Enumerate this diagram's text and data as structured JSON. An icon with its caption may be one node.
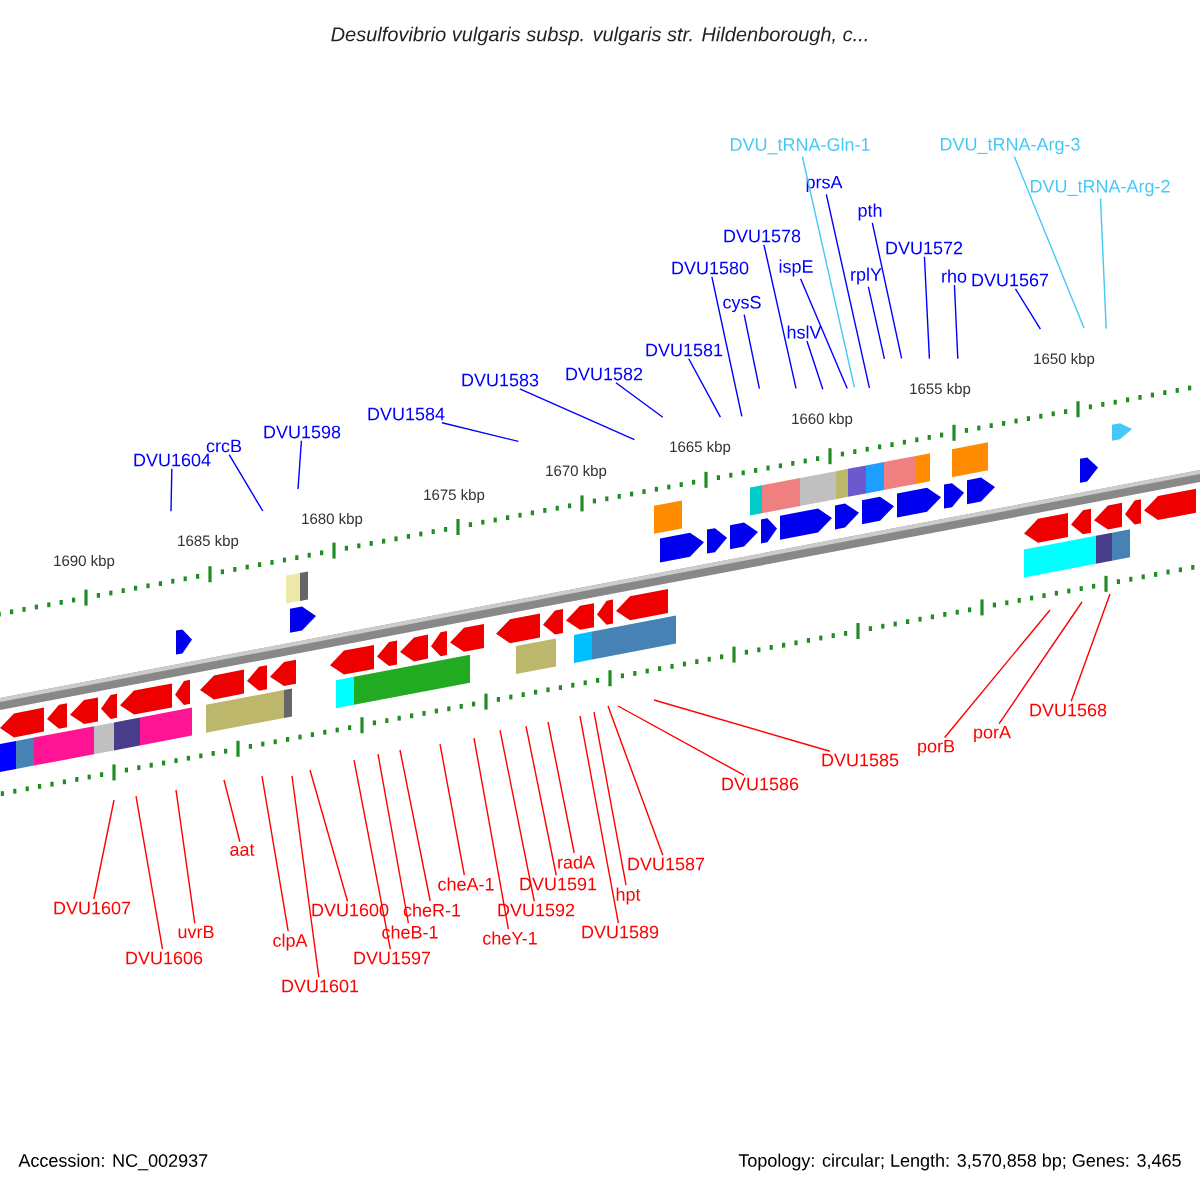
{
  "diagram": {
    "title": "Desulfovibrio vulgaris subsp. vulgaris str. Hildenborough, c...",
    "nodes": [
      {
        "text": [
          "DVU1604"
        ]
      },
      {
        "text": [
          "crcB"
        ]
      },
      {
        "text": [
          "DVU1598"
        ]
      },
      {
        "text": [
          "DVU1584"
        ]
      },
      {
        "text": [
          "DVU1583"
        ]
      },
      {
        "text": [
          "DVU1582"
        ]
      },
      {
        "text": [
          "DVU1581"
        ]
      },
      {
        "text": [
          "DVU1580"
        ]
      },
      {
        "text": [
          "cysS"
        ]
      },
      {
        "text": [
          "DVU1578"
        ]
      },
      {
        "text": [
          "hslV"
        ]
      },
      {
        "text": [
          "ispE"
        ]
      },
      {
        "text": [
          "prsA"
        ]
      },
      {
        "text": [
          "rplY"
        ]
      },
      {
        "text": [
          "pth"
        ]
      },
      {
        "text": [
          "DVU1572"
        ]
      },
      {
        "text": [
          "rho"
        ]
      },
      {
        "text": [
          "DVU1567"
        ]
      },
      {
        "text": [
          "DVU_tRNA-Gln-1"
        ]
      },
      {
        "text": [
          "DVU_tRNA-Arg-3"
        ]
      },
      {
        "text": [
          "DVU_tRNA-Arg-2"
        ]
      },
      {
        "text": [
          "DVU1607"
        ]
      },
      {
        "text": [
          "DVU1606"
        ]
      },
      {
        "text": [
          "uvrB"
        ]
      },
      {
        "text": [
          "aat"
        ]
      },
      {
        "text": [
          "clpA"
        ]
      },
      {
        "text": [
          "DVU1600"
        ]
      },
      {
        "text": [
          "DVU1601"
        ]
      },
      {
        "text": [
          "DVU1597"
        ]
      },
      {
        "text": [
          "cheB-1"
        ]
      },
      {
        "text": [
          "cheR-1"
        ]
      },
      {
        "text": [
          "cheA-1"
        ]
      },
      {
        "text": [
          "cheY-1"
        ]
      },
      {
        "text": [
          "DVU1592"
        ]
      },
      {
        "text": [
          "DVU1591"
        ]
      },
      {
        "text": [
          "radA"
        ]
      },
      {
        "text": [
          "DVU1589"
        ]
      },
      {
        "text": [
          "hpt"
        ]
      },
      {
        "text": [
          "DVU1587"
        ]
      },
      {
        "text": [
          "DVU1586"
        ]
      },
      {
        "text": [
          "DVU1585"
        ]
      },
      {
        "text": [
          "porB"
        ]
      },
      {
        "text": [
          "porA"
        ]
      },
      {
        "text": [
          "DVU1568"
        ]
      }
    ],
    "edges": [
      {
        "from": 0,
        "to": null,
        "arrow": "none",
        "color": "#0000ff"
      },
      {
        "from": 1,
        "to": null,
        "arrow": "none",
        "color": "#0000ff"
      },
      {
        "from": 2,
        "to": null,
        "arrow": "none",
        "color": "#0000ff"
      },
      {
        "from": 3,
        "to": null,
        "arrow": "none",
        "color": "#0000ff"
      },
      {
        "from": 4,
        "to": null,
        "arrow": "none",
        "color": "#0000ff"
      },
      {
        "from": 5,
        "to": null,
        "arrow": "none",
        "color": "#0000ff"
      },
      {
        "from": 6,
        "to": null,
        "arrow": "none",
        "color": "#0000ff"
      },
      {
        "from": 7,
        "to": null,
        "arrow": "none",
        "color": "#0000ff"
      },
      {
        "from": 8,
        "to": null,
        "arrow": "none",
        "color": "#0000ff"
      },
      {
        "from": 9,
        "to": null,
        "arrow": "none",
        "color": "#0000ff"
      },
      {
        "from": 10,
        "to": null,
        "arrow": "none",
        "color": "#0000ff"
      },
      {
        "from": 11,
        "to": null,
        "arrow": "none",
        "color": "#0000ff"
      },
      {
        "from": 12,
        "to": null,
        "arrow": "none",
        "color": "#0000ff"
      },
      {
        "from": 13,
        "to": null,
        "arrow": "none",
        "color": "#0000ff"
      },
      {
        "from": 14,
        "to": null,
        "arrow": "none",
        "color": "#0000ff"
      },
      {
        "from": 15,
        "to": null,
        "arrow": "none",
        "color": "#0000ff"
      },
      {
        "from": 16,
        "to": null,
        "arrow": "none",
        "color": "#0000ff"
      },
      {
        "from": 17,
        "to": null,
        "arrow": "none",
        "color": "#0000ff"
      },
      {
        "from": 18,
        "to": null,
        "arrow": "none",
        "color": "#44c8f5"
      },
      {
        "from": 19,
        "to": null,
        "arrow": "none",
        "color": "#44c8f5"
      },
      {
        "from": 20,
        "to": null,
        "arrow": "none",
        "color": "#44c8f5"
      },
      {
        "from": 21,
        "to": null,
        "arrow": "none"
      },
      {
        "from": 22,
        "to": null,
        "arrow": "none"
      },
      {
        "from": 23,
        "to": null,
        "arrow": "none"
      },
      {
        "from": 24,
        "to": null,
        "arrow": "none"
      },
      {
        "from": 25,
        "to": null,
        "arrow": "none"
      },
      {
        "from": 26,
        "to": null,
        "arrow": "none"
      },
      {
        "from": 27,
        "to": null,
        "arrow": "none"
      },
      {
        "from": 28,
        "to": null,
        "arrow": "none"
      },
      {
        "from": 29,
        "to": null,
        "arrow": "none"
      },
      {
        "from": 30,
        "to": null,
        "arrow": "none"
      },
      {
        "from": 31,
        "to": null,
        "arrow": "none"
      },
      {
        "from": 32,
        "to": null,
        "arrow": "none"
      },
      {
        "from": 33,
        "to": null,
        "arrow": "none"
      },
      {
        "from": 34,
        "to": null,
        "arrow": "none"
      },
      {
        "from": 35,
        "to": null,
        "arrow": "none"
      },
      {
        "from": 36,
        "to": null,
        "arrow": "none"
      },
      {
        "from": 37,
        "to": null,
        "arrow": "none"
      },
      {
        "from": 38,
        "to": null,
        "arrow": "none"
      },
      {
        "from": 39,
        "to": null,
        "arrow": "none"
      },
      {
        "from": 40,
        "to": null,
        "arrow": "none"
      },
      {
        "from": 41,
        "to": null,
        "arrow": "none"
      },
      {
        "from": 42,
        "to": null,
        "arrow": "none"
      },
      {
        "from": 43,
        "to": null,
        "arrow": "none"
      }
    ],
    "labels": [
      "1690 kbp",
      "1685 kbp",
      "1680 kbp",
      "1675 kbp",
      "1670 kbp",
      "1665 kbp",
      "1660 kbp",
      "1655 kbp",
      "1650 kbp",
      "Accession: NC_002937",
      "Topology: circular; Length: 3,570,858 bp; Genes: 3,465"
    ]
  }
}
